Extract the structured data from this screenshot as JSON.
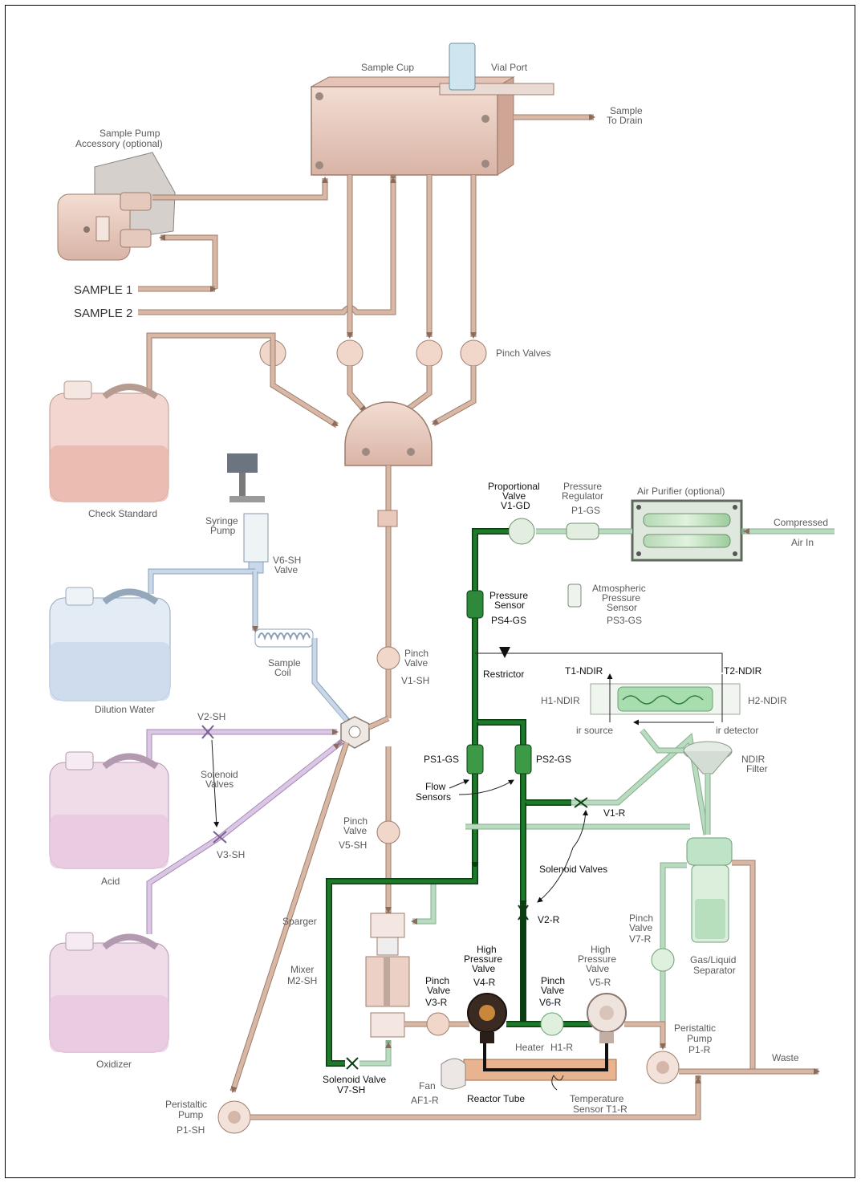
{
  "labels": {
    "sample_cup": "Sample Cup",
    "vial_port": "Vial Port",
    "sample_to_drain": [
      "Sample",
      "To Drain"
    ],
    "sample_pump": [
      "Sample Pump",
      "Accessory (optional)"
    ],
    "sample1": "SAMPLE 1",
    "sample2": "SAMPLE 2",
    "pinch_valves": "Pinch Valves",
    "check_standard": "Check Standard",
    "syringe_pump": [
      "Syringe",
      "Pump"
    ],
    "v6_sh": [
      "V6-SH",
      "Valve"
    ],
    "dilution_water": "Dilution Water",
    "sample_coil": [
      "Sample",
      "Coil"
    ],
    "pinch_v1_sh": [
      "Pinch",
      "Valve",
      "V1-SH"
    ],
    "v2_sh": "V2-SH",
    "solenoid_valves_left": [
      "Solenoid",
      "Valves"
    ],
    "v3_sh": "V3-SH",
    "acid": "Acid",
    "oxidizer": "Oxidizer",
    "pinch_v5_sh": [
      "Pinch",
      "Valve",
      "V5-SH"
    ],
    "sparger": "Sparger",
    "mixer": [
      "Mixer",
      "M2-SH"
    ],
    "solenoid_v7_sh": [
      "Solenoid Valve",
      "V7-SH"
    ],
    "peristaltic_p1_sh": [
      "Peristaltic",
      "Pump",
      "P1-SH"
    ],
    "prop_valve": [
      "Proportional",
      "Valve",
      "V1-GD"
    ],
    "pressure_regulator": [
      "Pressure",
      "Regulator",
      "P1-GS"
    ],
    "air_purifier": "Air Purifier (optional)",
    "compressed_air": [
      "Compressed",
      "Air In"
    ],
    "pressure_sensor": [
      "Pressure",
      "Sensor",
      "PS4-GS"
    ],
    "atm_sensor": [
      "Atmospheric",
      "Pressure",
      "Sensor",
      "PS3-GS"
    ],
    "restrictor": "Restrictor",
    "t1_ndir": "T1-NDIR",
    "t2_ndir": "T2-NDIR",
    "h1_ndir": "H1-NDIR",
    "h2_ndir": "H2-NDIR",
    "ir_source": "ir source",
    "ir_detector": "ir detector",
    "ps1_gs": "PS1-GS",
    "ps2_gs": "PS2-GS",
    "flow_sensors": [
      "Flow",
      "Sensors"
    ],
    "ndir_filter": [
      "NDIR",
      "Filter"
    ],
    "v1_r": "V1-R",
    "solenoid_valves_right": "Solenoid Valves",
    "v2_r": "V2-R",
    "gas_liquid": [
      "Gas/Liquid",
      "Separator"
    ],
    "pinch_v7_r": [
      "Pinch",
      "Valve",
      "V7-R"
    ],
    "hp_v4_r": [
      "High",
      "Pressure",
      "Valve",
      "V4-R"
    ],
    "hp_v5_r": [
      "High",
      "Pressure",
      "Valve",
      "V5-R"
    ],
    "pinch_v3_r": [
      "Pinch",
      "Valve",
      "V3-R"
    ],
    "pinch_v6_r": [
      "Pinch",
      "Valve",
      "V6-R"
    ],
    "heater": "Heater",
    "h1_r": "H1-R",
    "fan": [
      "Fan",
      "AF1-R"
    ],
    "reactor_tube": "Reactor Tube",
    "temp_sensor": [
      "Temperature",
      "Sensor  T1-R"
    ],
    "peristaltic_p1_r": [
      "Peristaltic",
      "Pump",
      "P1-R"
    ],
    "waste": "Waste"
  },
  "colors": {
    "sample_tube": "#d8b7a5",
    "gas_tube": "#b9dcc0",
    "carrier_gas": "#1e7a2a",
    "reagent_tube": "#dcc6e6",
    "water_tube": "#c9d8e8",
    "body": "#ecd0c6"
  }
}
